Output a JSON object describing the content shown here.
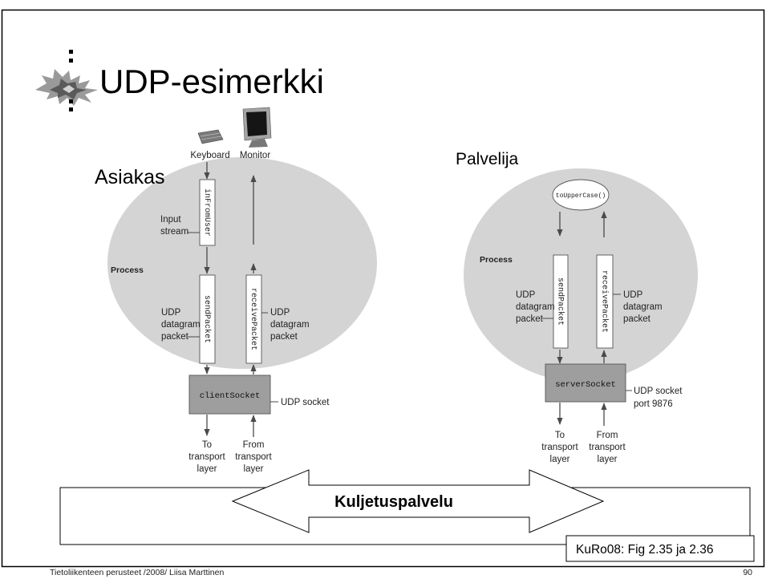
{
  "slide": {
    "title": "UDP-esimerkki",
    "footer": "Tietoliikenteen perusteet /2008/ Liisa Marttinen",
    "page_number": "90",
    "reference": "KuRo08: Fig 2.35 ja 2.36",
    "logo_icon": "university-flame-logo-icon"
  },
  "colors": {
    "process_fill": "#d4d4d4",
    "socket_fill": "#9e9e9e",
    "packet_box_fill": "#ffffff",
    "frame": "#000000"
  },
  "client": {
    "heading": "Asiakas",
    "keyboard": {
      "label": "Keyboard",
      "icon": "keyboard-icon"
    },
    "monitor": {
      "label": "Monitor",
      "icon": "monitor-icon"
    },
    "process_label": "Process",
    "input_stream_label": [
      "Input",
      "stream"
    ],
    "input_stream": "inFromUser",
    "send_packet": "sendPacket",
    "receive_packet": "receivePacket",
    "send_packet_label": [
      "UDP",
      "datagram",
      "packet"
    ],
    "receive_packet_label": [
      "UDP",
      "datagram",
      "packet"
    ],
    "socket": "clientSocket",
    "socket_label": [
      "UDP socket"
    ],
    "to_transport": [
      "To",
      "transport",
      "layer"
    ],
    "from_transport": [
      "From",
      "transport",
      "layer"
    ]
  },
  "server": {
    "heading": "Palvelija",
    "function": "toUpperCase()",
    "process_label": "Process",
    "send_packet": "sendPacket",
    "receive_packet": "receivePacket",
    "send_packet_label": [
      "UDP",
      "datagram",
      "packet"
    ],
    "receive_packet_label": [
      "UDP",
      "datagram",
      "packet"
    ],
    "socket": "serverSocket",
    "socket_label": [
      "UDP socket",
      "port 9876"
    ],
    "to_transport": [
      "To",
      "transport",
      "layer"
    ],
    "from_transport": [
      "From",
      "transport",
      "layer"
    ]
  },
  "transport_service": {
    "label": "Kuljetuspalvelu"
  }
}
